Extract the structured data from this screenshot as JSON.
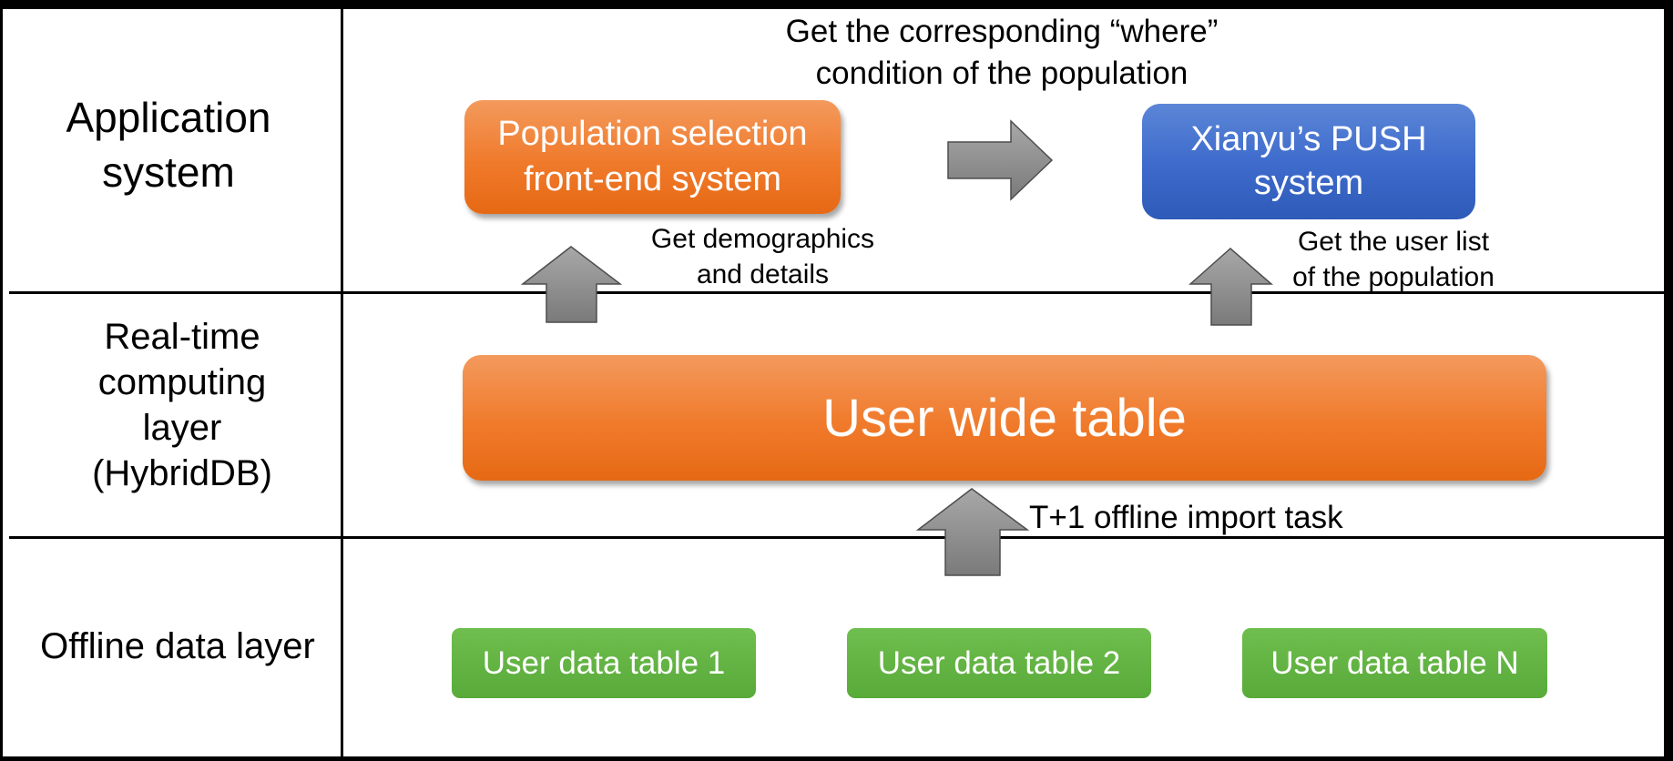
{
  "layers": {
    "application": "Application system",
    "realtime": "Real-time computing layer (HybridDB)",
    "offline": "Offline data layer"
  },
  "boxes": {
    "population_frontend": "Population selection front-end system",
    "push_system": "Xianyu’s PUSH system",
    "wide_table": "User wide table",
    "data_table_1": "User data table 1",
    "data_table_2": "User data table 2",
    "data_table_n": "User data table N"
  },
  "notes": {
    "where_condition_line1": "Get the corresponding “where”",
    "where_condition_line2": "condition of the population",
    "demographics_line1": "Get demographics",
    "demographics_line2": "and details",
    "user_list_line1": "Get the user list",
    "user_list_line2": "of the population",
    "import_task": "T+1 offline import task"
  },
  "colors": {
    "orange": "#f07a2b",
    "blue": "#3f6ccd",
    "green": "#5cae3c",
    "arrow_gray": "#8c8c8c"
  }
}
